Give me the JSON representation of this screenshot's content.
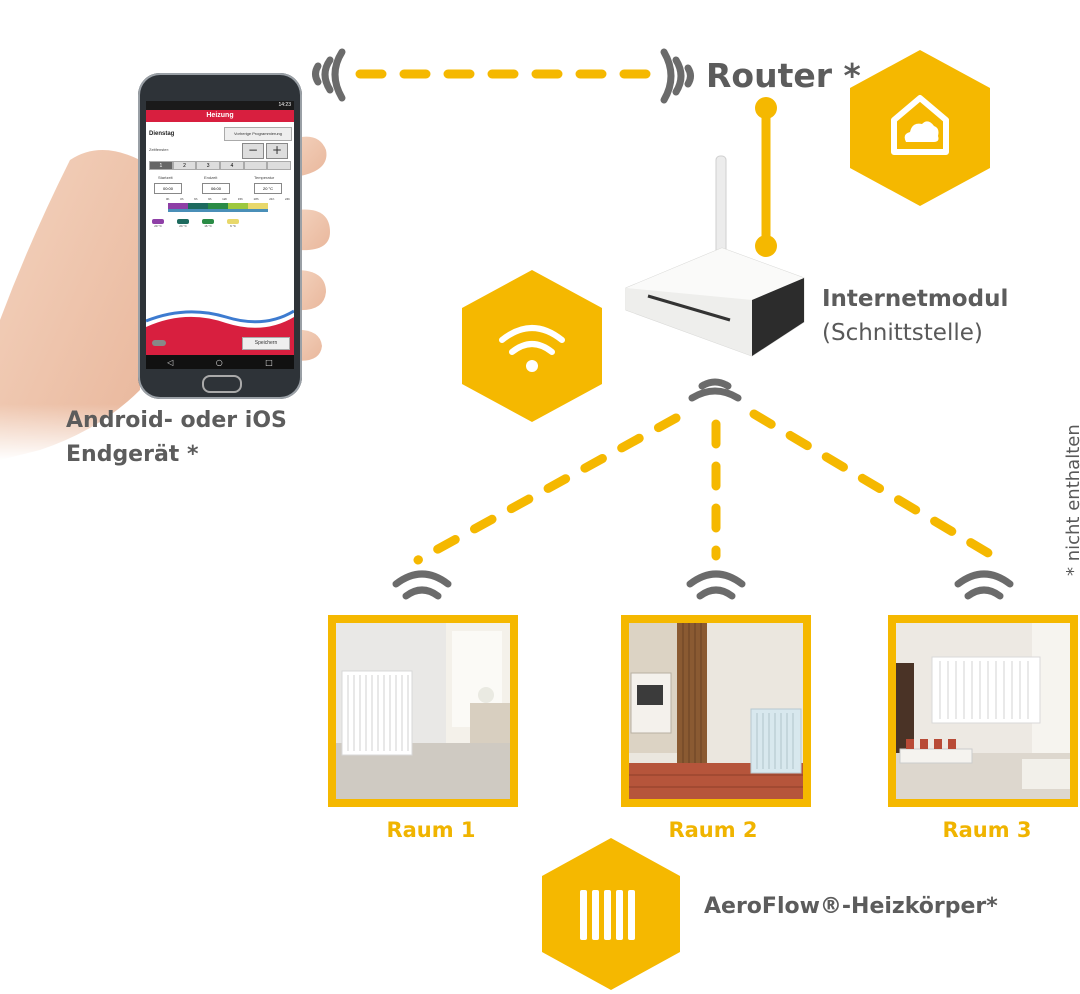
{
  "colors": {
    "accent": "#f5b800",
    "label_gray": "#5c5c5c",
    "phone_header": "#d81f3f"
  },
  "router": {
    "label": "Router *"
  },
  "internet_module": {
    "title": "Internetmodul",
    "subtitle": "(Schnittstelle)"
  },
  "device": {
    "line1": "Android- oder iOS",
    "line2": "Endgerät *"
  },
  "side_note": "* nicht enthalten",
  "rooms": [
    {
      "label": "Raum 1"
    },
    {
      "label": "Raum 2"
    },
    {
      "label": "Raum 3"
    }
  ],
  "heater": {
    "label": "AeroFlow®-Heizkörper*"
  },
  "icons": [
    "home-cloud-icon",
    "wifi-icon",
    "radiator-icon",
    "signal-waves-icon",
    "router-device-icon",
    "smartphone-icon"
  ],
  "phone_app": {
    "header": "Heizung",
    "day": "Dienstag",
    "copy_button": "Vorherige Programmierung",
    "time_window_label": "Zeitfenster:",
    "tabs": [
      "1",
      "2",
      "3",
      "4"
    ],
    "col_start": "Startzeit",
    "col_end": "Endzeit",
    "col_temp": "Temperatur",
    "start_value": "00:00",
    "end_value": "06:00",
    "temp_value": "20 °C",
    "hours": [
      "0h",
      "3h",
      "6h",
      "9h",
      "12h",
      "15h",
      "18h",
      "21h",
      "24h"
    ],
    "temps": [
      "20 °C",
      "24 °C",
      "16 °C",
      "6 °C"
    ],
    "save_button": "Speichern",
    "status_time": "14:23"
  }
}
